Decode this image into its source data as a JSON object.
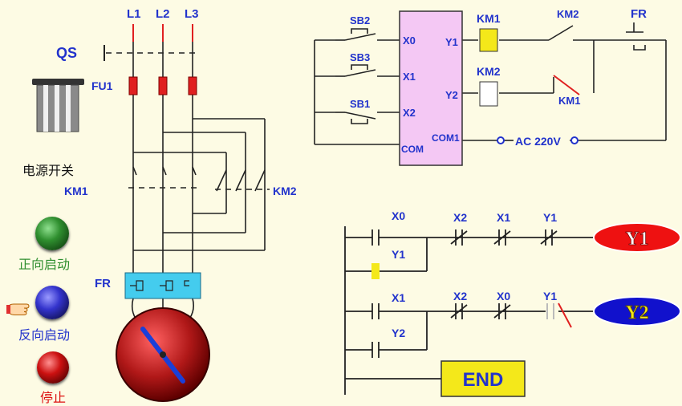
{
  "power": {
    "lines": [
      "L1",
      "L2",
      "L3"
    ],
    "qs": "QS",
    "fu1": "FU1",
    "switch_label": "电源开关",
    "km1": "KM1",
    "km2": "KM2",
    "fr": "FR"
  },
  "buttons": [
    {
      "label": "正向启动",
      "color": "#2f8f2f",
      "label_color": "#2f8f2f"
    },
    {
      "label": "反向启动",
      "color": "#3333cc",
      "label_color": "#2233cc"
    },
    {
      "label": "停止",
      "color": "#cc1111",
      "label_color": "#dd1111"
    }
  ],
  "plc": {
    "inputs": [
      {
        "switch": "SB2",
        "terminal": "X0"
      },
      {
        "switch": "SB3",
        "terminal": "X1"
      },
      {
        "switch": "SB1",
        "terminal": "X2"
      }
    ],
    "com_left": "COM",
    "outputs": [
      "Y1",
      "Y2"
    ],
    "com_right": "COM1",
    "coil1": "KM1",
    "coil2": "KM2",
    "contact_km2": "KM2",
    "contact_km1": "KM1",
    "fr": "FR",
    "supply": "AC 220V"
  },
  "ladder": {
    "rung1": {
      "contact": "X0",
      "seal": "Y1",
      "nc": [
        "X2",
        "X1",
        "Y1"
      ],
      "coil": "Y1"
    },
    "rung2": {
      "contact": "X1",
      "seal": "Y2",
      "nc": [
        "X2",
        "X0",
        "Y1"
      ],
      "coil": "Y2"
    },
    "end": "END"
  },
  "colors": {
    "label_blue": "#2233cc",
    "plc_fill": "#f4c8f4",
    "fr_fill": "#44ccee",
    "coil_on": "#f4e81a",
    "motor": "#b01818",
    "y1_fill": "#ee1111",
    "y2_fill": "#1111cc"
  }
}
